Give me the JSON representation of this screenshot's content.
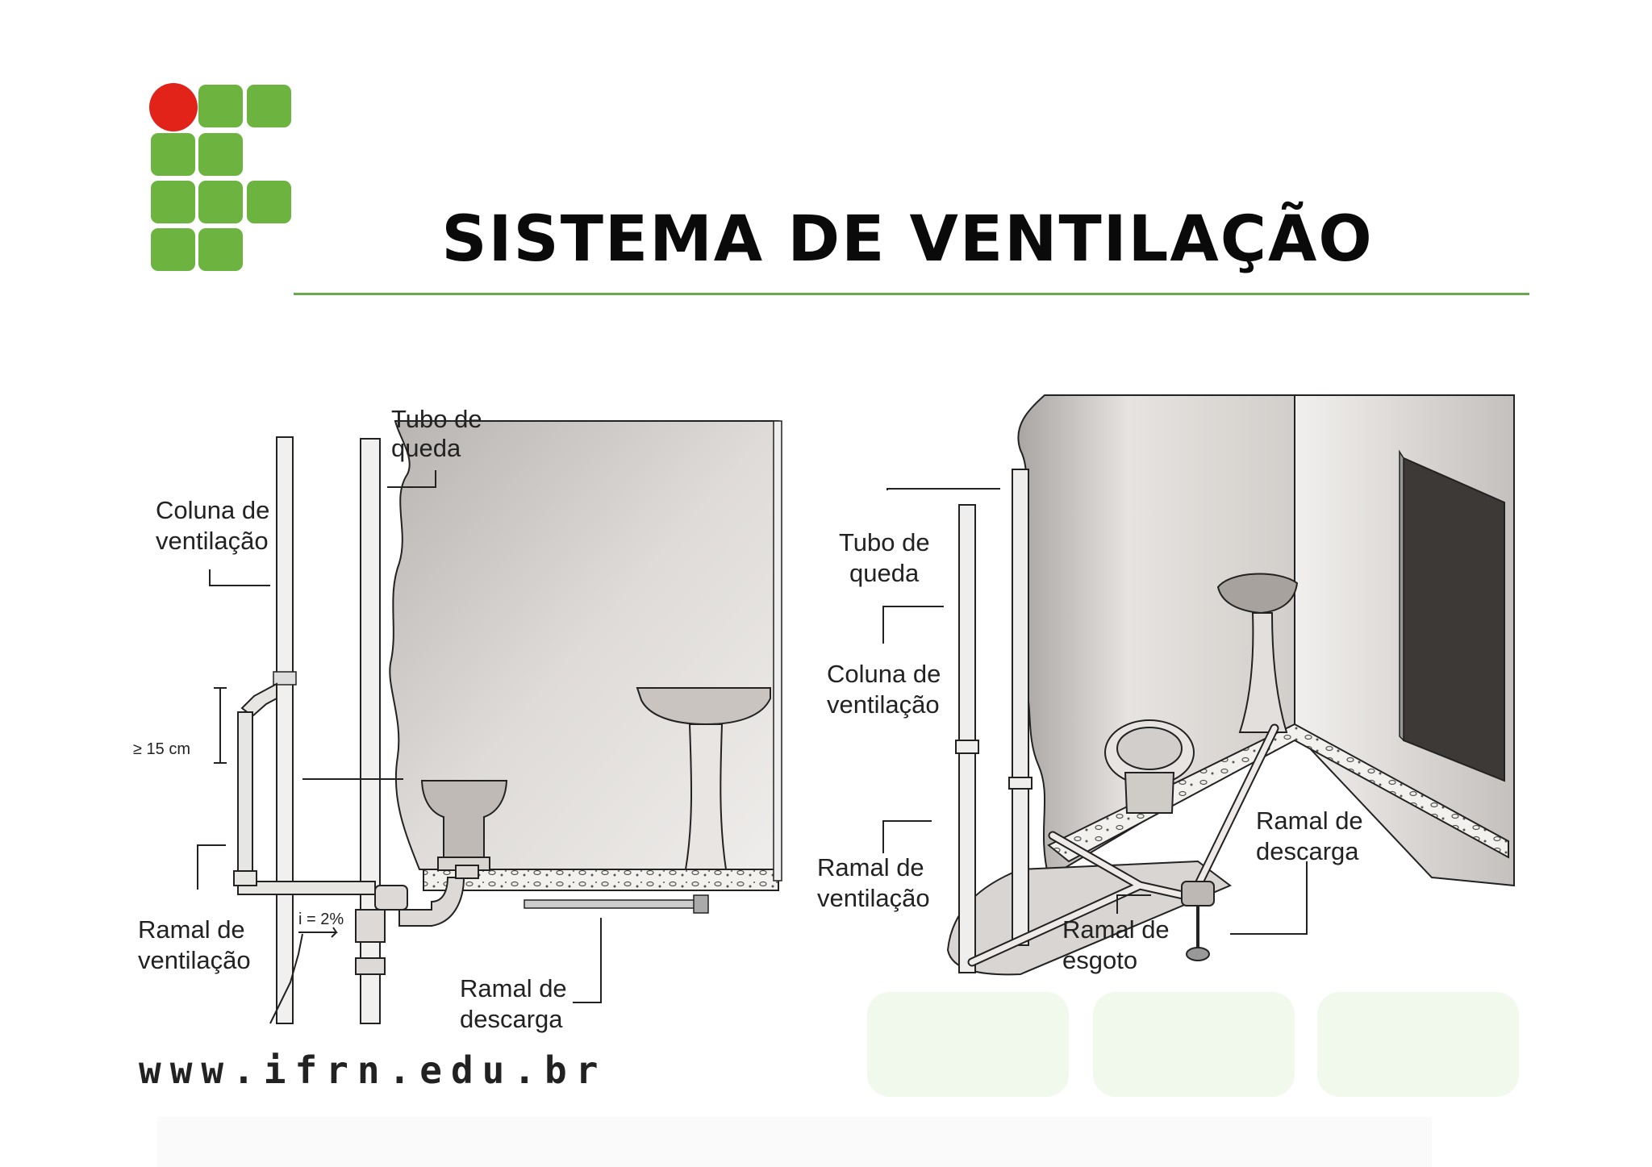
{
  "slide": {
    "title": "SISTEMA DE VENTILAÇÃO",
    "url": "www.ifrn.edu.br",
    "accent_color": "#6aa84f",
    "logo_green": "#6cb33f",
    "logo_red": "#e2231a"
  },
  "figure_left": {
    "labels": {
      "tubo_de_queda": [
        "Tubo de",
        "queda"
      ],
      "coluna_de_ventilacao": [
        "Coluna de",
        "ventilação"
      ],
      "ramal_de_ventilacao": [
        "Ramal de",
        "ventilação"
      ],
      "ramal_de_descarga": [
        "Ramal de",
        "descarga"
      ],
      "distance": "≥ 15 cm",
      "slope": "i = 2%"
    }
  },
  "figure_right": {
    "labels": {
      "tubo_de_queda": [
        "Tubo de",
        "queda"
      ],
      "coluna_de_ventilacao": [
        "Coluna de",
        "ventilação"
      ],
      "ramal_de_ventilacao": [
        "Ramal de",
        "ventilação"
      ],
      "ramal_de_esgoto": [
        "Ramal de",
        "esgoto"
      ],
      "ramal_de_descarga": [
        "Ramal de",
        "descarga"
      ]
    }
  }
}
